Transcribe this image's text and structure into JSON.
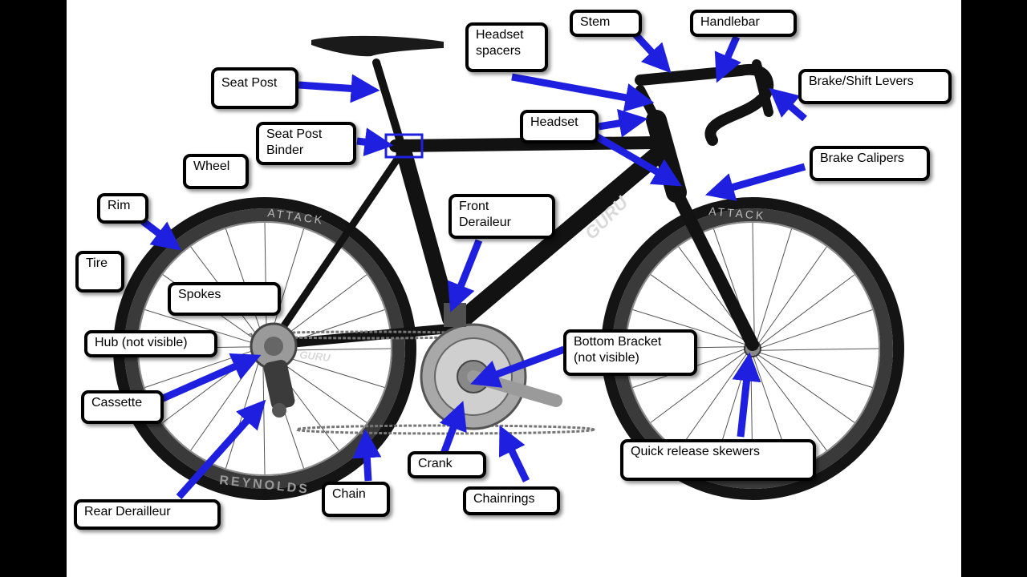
{
  "diagram": {
    "labels": {
      "stem": "Stem",
      "handlebar": "Handlebar",
      "headset_spacers_1": "Headset",
      "headset_spacers_2": "spacers",
      "seat_post": "Seat Post",
      "brake_shift_levers": "Brake/Shift Levers",
      "seat_post_binder_1": "Seat Post",
      "seat_post_binder_2": "Binder",
      "headset": "Headset",
      "wheel": "Wheel",
      "brake_calipers": "Brake Calipers",
      "rim": "Rim",
      "front_derailleur_1": "Front",
      "front_derailleur_2": "Deraileur",
      "tire": "Tire",
      "spokes": "Spokes",
      "hub": "Hub (not visible)",
      "bottom_bracket_1": "Bottom Bracket",
      "bottom_bracket_2": "(not visible)",
      "cassette": "Cassette",
      "quick_release": "Quick release skewers",
      "crank": "Crank",
      "rear_derailleur": "Rear Derailleur",
      "chain": "Chain",
      "chainrings": "Chainrings"
    },
    "rim_brand_text": "ATTACK",
    "frame_brand_text": "GURU",
    "wheel_brand_text": "REYNOLDS"
  },
  "colors": {
    "arrow": "#1f1fe0",
    "background": "#ffffff",
    "letterbox": "#000000",
    "frame": "#121212",
    "highlight_box": "#1f1fe0"
  }
}
